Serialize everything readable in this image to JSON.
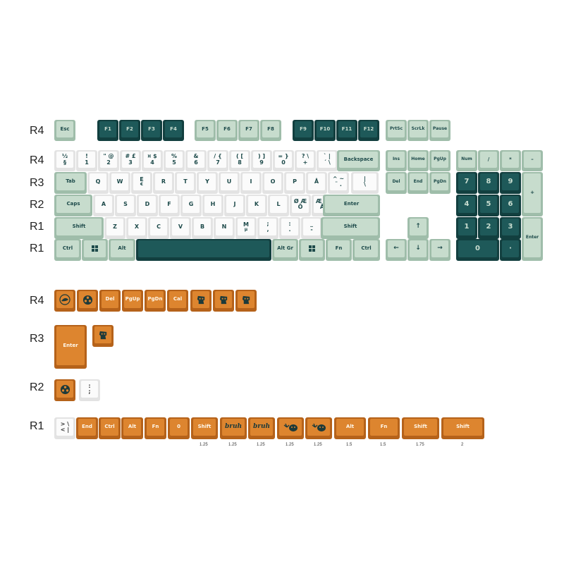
{
  "row_labels": [
    "R4",
    "R4",
    "R3",
    "R2",
    "R1",
    "R1",
    "R4",
    "R3",
    "R2",
    "R1"
  ],
  "fkeys": {
    "esc": "Esc",
    "f1": "F1",
    "f2": "F2",
    "f3": "F3",
    "f4": "F4",
    "f5": "F5",
    "f6": "F6",
    "f7": "F7",
    "f8": "F8",
    "f9": "F9",
    "f10": "F10",
    "f11": "F11",
    "f12": "F12",
    "prtsc": "PrtSc",
    "scrlk": "ScrLk",
    "pause": "Pause"
  },
  "num_row": {
    "k1_top": "½",
    "k1_bot": "§",
    "k2_top": "!",
    "k2_bot": "1",
    "k3_top": "\" @",
    "k3_bot": "2",
    "k4_top": "# £",
    "k4_bot": "3",
    "k5_top": "¤ $",
    "k5_bot": "4",
    "k6_top": "%",
    "k6_bot": "5",
    "k7_top": "&",
    "k7_bot": "6",
    "k8_top": "/ {",
    "k8_bot": "7",
    "k9_top": "( [",
    "k9_bot": "8",
    "k10_top": ") ]",
    "k10_bot": "9",
    "k11_top": "= }",
    "k11_bot": "0",
    "k12_top": "? \\",
    "k12_bot": "+",
    "k13_top": "` |",
    "k13_bot": "´ \\",
    "backspace": "Backspace"
  },
  "qwerty_row": {
    "tab": "Tab",
    "q": "Q",
    "w": "W",
    "e": "E",
    "e_sub": "€",
    "r": "R",
    "t": "T",
    "y": "Y",
    "u": "U",
    "i": "I",
    "o": "O",
    "p": "P",
    "aa": "Å",
    "brk1": "^ ~",
    "brk1_sub": "¨ .",
    "brk2": "|",
    "brk2_sub": "\\"
  },
  "home_row": {
    "caps": "Caps",
    "a": "A",
    "s": "S",
    "d": "D",
    "f": "F",
    "g": "G",
    "h": "H",
    "j": "J",
    "k": "K",
    "l": "L",
    "oe": "Ø Æ",
    "oe_sub": "Ö",
    "ae": "Æ Ø",
    "ae_sub": "Ä",
    "enter": "Enter"
  },
  "shift_row": {
    "shift_l": "Shift",
    "z": "Z",
    "x": "X",
    "c": "C",
    "v": "V",
    "b": "B",
    "n": "N",
    "m": "M",
    "m_sub": "µ",
    "comma_top": ";",
    "comma_bot": ",",
    "period_top": ":",
    "period_bot": ".",
    "slash_top": "_",
    "slash_bot": "-",
    "shift_r": "Shift"
  },
  "bottom_row": {
    "ctrl_l": "Ctrl",
    "alt_l": "Alt",
    "altgr": "Alt Gr",
    "fn": "Fn",
    "ctrl_r": "Ctrl"
  },
  "nav": {
    "ins": "Ins",
    "home": "Home",
    "pgup": "PgUp",
    "del": "Del",
    "end": "End",
    "pgdn": "PgDn",
    "up": "↑",
    "left": "←",
    "down": "↓",
    "right": "→"
  },
  "numpad": {
    "num": "Num",
    "slash": "/",
    "star": "*",
    "minus": "–",
    "n7": "7",
    "n8": "8",
    "n9": "9",
    "plus": "+",
    "n4": "4",
    "n5": "5",
    "n6": "6",
    "n1": "1",
    "n2": "2",
    "n3": "3",
    "enter": "Enter",
    "n0": "0",
    "dot": "·"
  },
  "orange_r4": {
    "del": "Del",
    "pgup": "PgUp",
    "pgdn": "PgDn",
    "cal": "Cal"
  },
  "orange_r3": {
    "enter": "Enter"
  },
  "orange_r2": {
    "colon_top": ":",
    "colon_bot": ";"
  },
  "orange_r1": {
    "arrows_top": "> \\",
    "arrows_bot": "< |",
    "end": "End",
    "ctrl": "Ctrl",
    "alt": "Alt",
    "fn": "Fn",
    "zero": "0",
    "shift1": "Shift",
    "bruh1": "bruh",
    "bruh2": "bruh",
    "alt2": "Alt",
    "fn2": "Fn",
    "shift2": "Shift",
    "shift3": "Shift"
  },
  "size_labels": [
    "1.25",
    "1.25",
    "1.25",
    "1.25",
    "1.25",
    "1.5",
    "1.5",
    "1.75",
    "2"
  ],
  "colors": {
    "light_green": "#c7dccd",
    "dark_teal": "#1e5959",
    "white": "#fbfbfb",
    "orange": "#dd852f",
    "legend": "#1d4a4a"
  },
  "icons": [
    "windows-icon",
    "koi-fish-icon",
    "film-reel-icon",
    "tiki-head-icon",
    "palm-island-icon"
  ]
}
